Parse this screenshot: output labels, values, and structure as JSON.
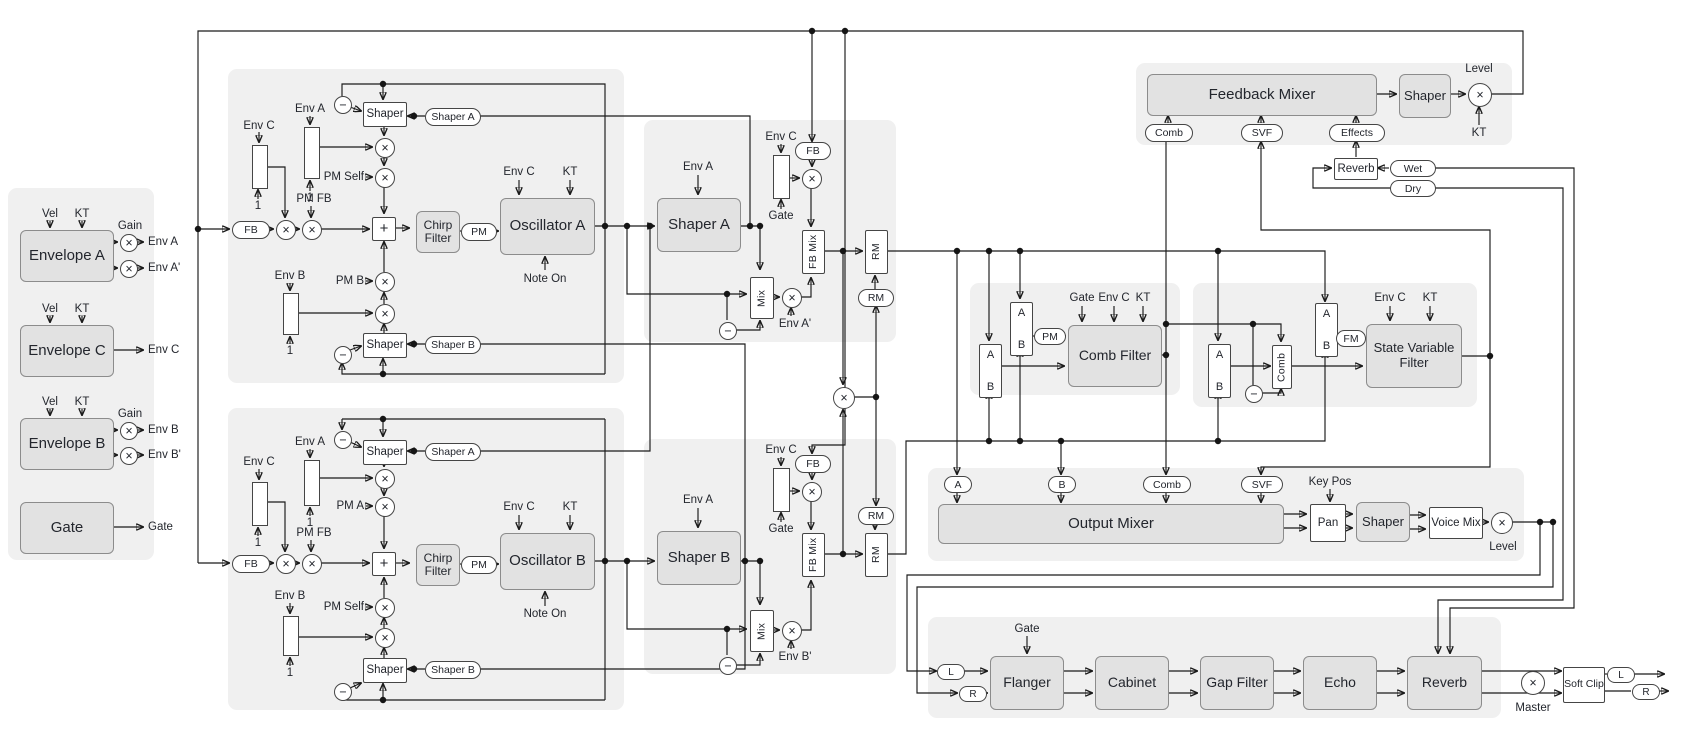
{
  "labels": {
    "vel": "Vel",
    "kt": "KT",
    "gain": "Gain",
    "gate": "Gate",
    "env_a": "Env A",
    "env_a_prime": "Env A'",
    "env_b": "Env B",
    "env_b_prime": "Env B'",
    "env_c": "Env C",
    "one": "1",
    "envelope_a": "Envelope A",
    "envelope_b": "Envelope B",
    "envelope_c": "Envelope C",
    "fb": "FB",
    "pm": "PM",
    "rm": "RM",
    "fm": "FM",
    "pm_self": "PM Self",
    "pm_fb": "PM FB",
    "pm_a": "PM A",
    "pm_b": "PM B",
    "shaper": "Shaper",
    "shaper_a": "Shaper A",
    "shaper_b": "Shaper B",
    "chirp_filter": "Chirp Filter",
    "oscillator_a": "Oscillator A",
    "oscillator_b": "Oscillator B",
    "note_on": "Note On",
    "fb_mix": "FB Mix",
    "mix": "Mix",
    "a": "A",
    "b": "B",
    "comb": "Comb",
    "svf": "SVF",
    "effects": "Effects",
    "comb_filter": "Comb Filter",
    "state_variable_filter": "State Variable Filter",
    "feedback_mixer": "Feedback Mixer",
    "output_mixer": "Output Mixer",
    "reverb": "Reverb",
    "wet": "Wet",
    "dry": "Dry",
    "level": "Level",
    "key_pos": "Key Pos",
    "pan": "Pan",
    "voice_mix": "Voice Mix",
    "flanger": "Flanger",
    "cabinet": "Cabinet",
    "gap_filter": "Gap Filter",
    "echo": "Echo",
    "master": "Master",
    "soft_clip": "Soft Clip",
    "l": "L",
    "r": "R"
  },
  "symbols": {
    "multiply": "×",
    "invert": "−",
    "sum": "+"
  },
  "colors": {
    "panel": "#f0f0f0",
    "module_fill": "#e2e2e2",
    "module_border": "#8c8c8c",
    "wire": "#1a1a1a"
  }
}
